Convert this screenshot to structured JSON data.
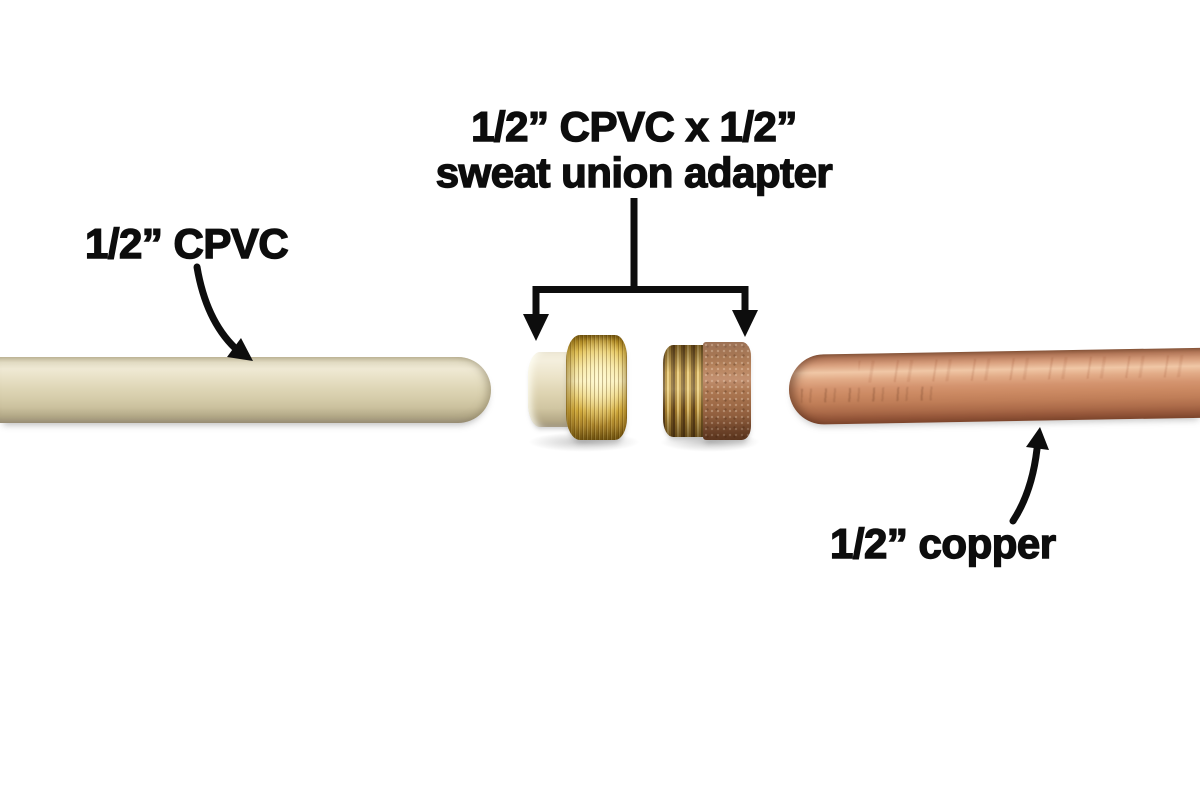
{
  "diagram": {
    "background_color": "#ffffff",
    "text_color": "#0d0d0d",
    "adapter_label": {
      "line1": "1/2” CPVC x 1/2”",
      "line2": "sweat union adapter"
    },
    "cpvc_label": "1/2” CPVC",
    "copper_label": "1/2” copper",
    "parts": {
      "cpvc_pipe": {
        "color": "#ddd5b5"
      },
      "cpvc_socket": {
        "color": "#e6ddc2"
      },
      "union_nut": {
        "color": "#e9cf72"
      },
      "threaded_adapter": {
        "color": "#a06c48"
      },
      "copper_pipe": {
        "color": "#cf9472"
      }
    },
    "arrow_color": "#0d0d0d"
  }
}
